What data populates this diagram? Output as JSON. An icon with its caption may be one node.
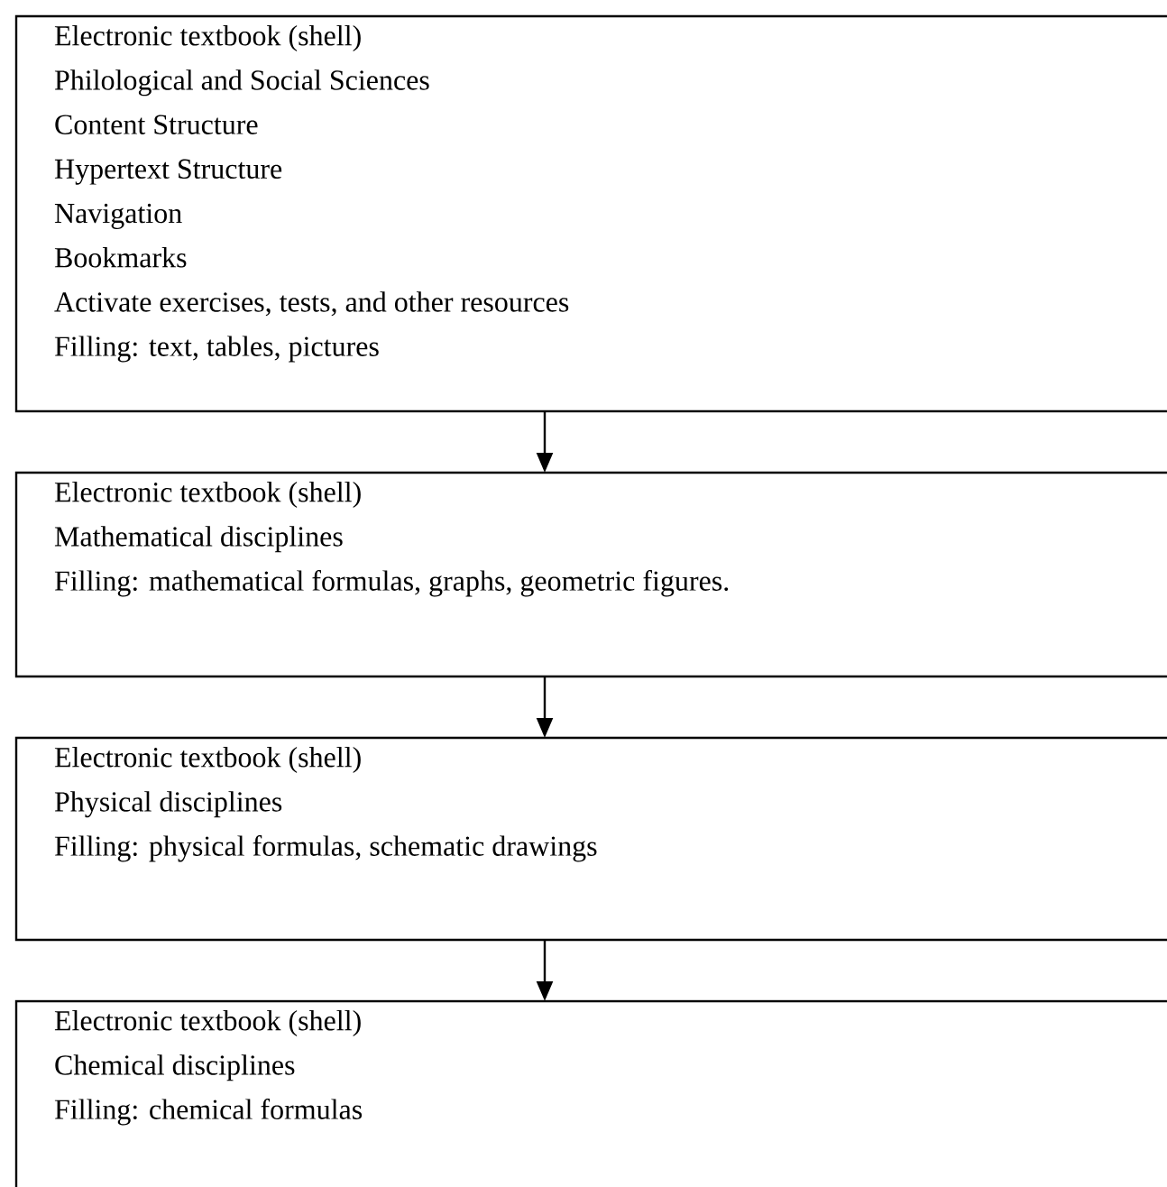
{
  "diagram": {
    "nodes": [
      {
        "text": [
          "Electronic textbook (shell)",
          "Philological and Social Sciences",
          "Content Structure",
          "Hypertext Structure",
          "Navigation",
          "Bookmarks",
          "Activate exercises, tests, and other resources",
          "Filling: text, tables, pictures"
        ]
      },
      {
        "text": [
          "Electronic textbook (shell)",
          "Mathematical disciplines",
          "Filling: mathematical formulas, graphs, geometric figures."
        ]
      },
      {
        "text": [
          "Electronic textbook (shell)",
          "Physical disciplines",
          "Filling: physical formulas, schematic drawings"
        ]
      },
      {
        "text": [
          "Electronic textbook (shell)",
          "Chemical disciplines",
          "Filling: chemical formulas"
        ]
      }
    ],
    "edges": [
      {
        "from": 0,
        "to": 1,
        "arrow": "to"
      },
      {
        "from": 1,
        "to": 2,
        "arrow": "to"
      },
      {
        "from": 2,
        "to": 3,
        "arrow": "to"
      }
    ]
  }
}
